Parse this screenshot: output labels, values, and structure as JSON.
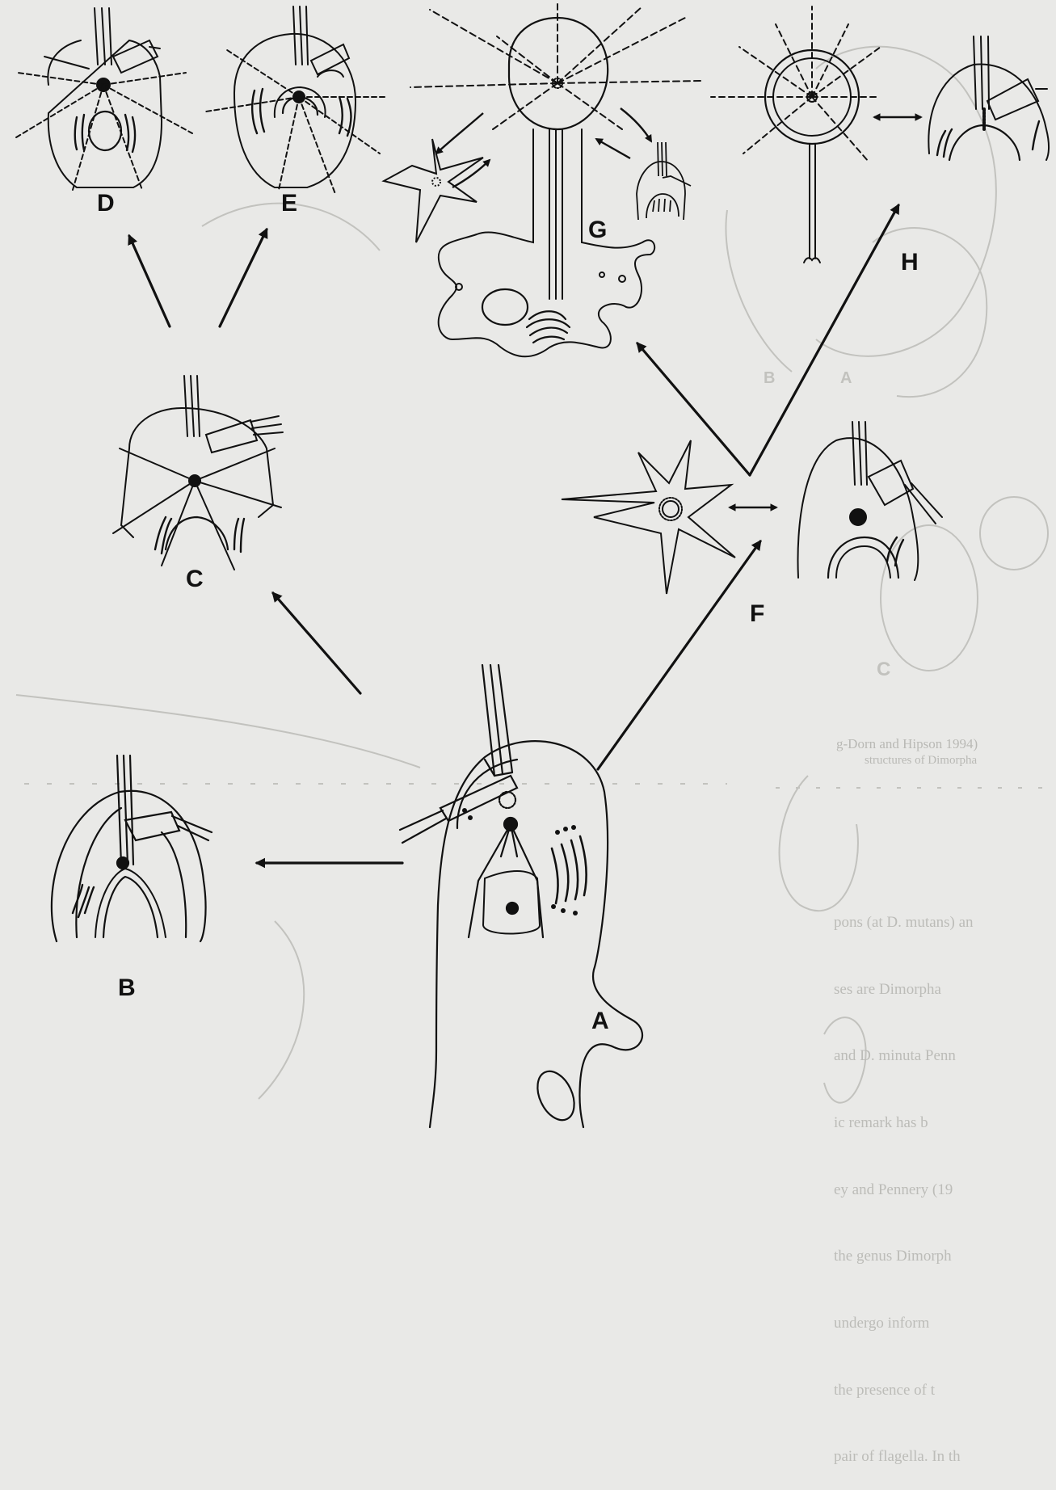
{
  "figure": {
    "colors": {
      "background": "#e9e9e7",
      "ink": "#111111",
      "bleed": "#c2c2be"
    },
    "panels": [
      {
        "id": "A",
        "label": "A"
      },
      {
        "id": "B",
        "label": "B"
      },
      {
        "id": "C",
        "label": "C"
      },
      {
        "id": "D",
        "label": "D"
      },
      {
        "id": "E",
        "label": "E"
      },
      {
        "id": "F",
        "label": "F"
      },
      {
        "id": "G",
        "label": "G"
      },
      {
        "id": "H",
        "label": "H"
      }
    ]
  },
  "bleed_through": {
    "caption_line_1": "g-Dorn and Hipson 1994)",
    "caption_line_2": "structures of Dimorpha",
    "body_lines": [
      "pons (at D. mutans) an",
      "ses are Dimorpha",
      "and D. minuta Penn",
      "ic remark has b",
      "ey and Pennery (19",
      "the genus Dimorph",
      "undergo inform",
      "the presence of t",
      "pair of flagella. In th"
    ],
    "panel_letters": [
      "B",
      "A",
      "C"
    ]
  }
}
